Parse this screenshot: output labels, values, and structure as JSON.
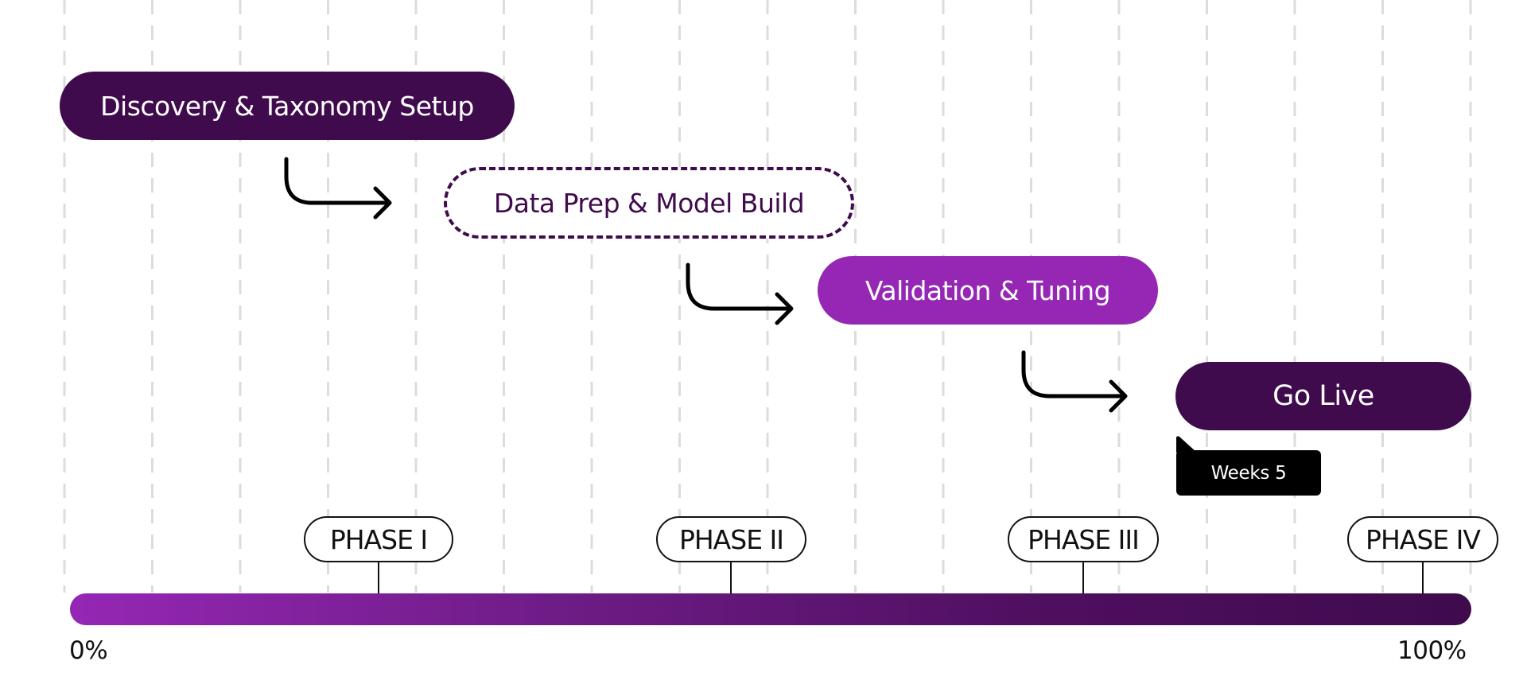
{
  "colors": {
    "dark": "#3f0b4d",
    "accent": "#9527b4",
    "arrow": "#000000",
    "grid": "#dcdcdc"
  },
  "stages": [
    {
      "label": "Discovery & Taxonomy Setup",
      "style": "solid-dark"
    },
    {
      "label": "Data Prep & Model Build",
      "style": "outline-dashed"
    },
    {
      "label": "Validation & Tuning",
      "style": "solid-accent"
    },
    {
      "label": "Go Live",
      "style": "solid-dark"
    }
  ],
  "connectors": [
    {
      "from": "Discovery & Taxonomy Setup",
      "to": "Data Prep & Model Build",
      "icon": "curved-arrow-icon"
    },
    {
      "from": "Data Prep & Model Build",
      "to": "Validation & Tuning",
      "icon": "curved-arrow-icon"
    },
    {
      "from": "Validation & Tuning",
      "to": "Go Live",
      "icon": "curved-arrow-icon"
    }
  ],
  "tooltip": {
    "text": "Weeks 5"
  },
  "phases": [
    {
      "label": "PHASE I"
    },
    {
      "label": "PHASE II"
    },
    {
      "label": "PHASE III"
    },
    {
      "label": "PHASE IV"
    }
  ],
  "scale": {
    "start": "0%",
    "end": "100%"
  }
}
